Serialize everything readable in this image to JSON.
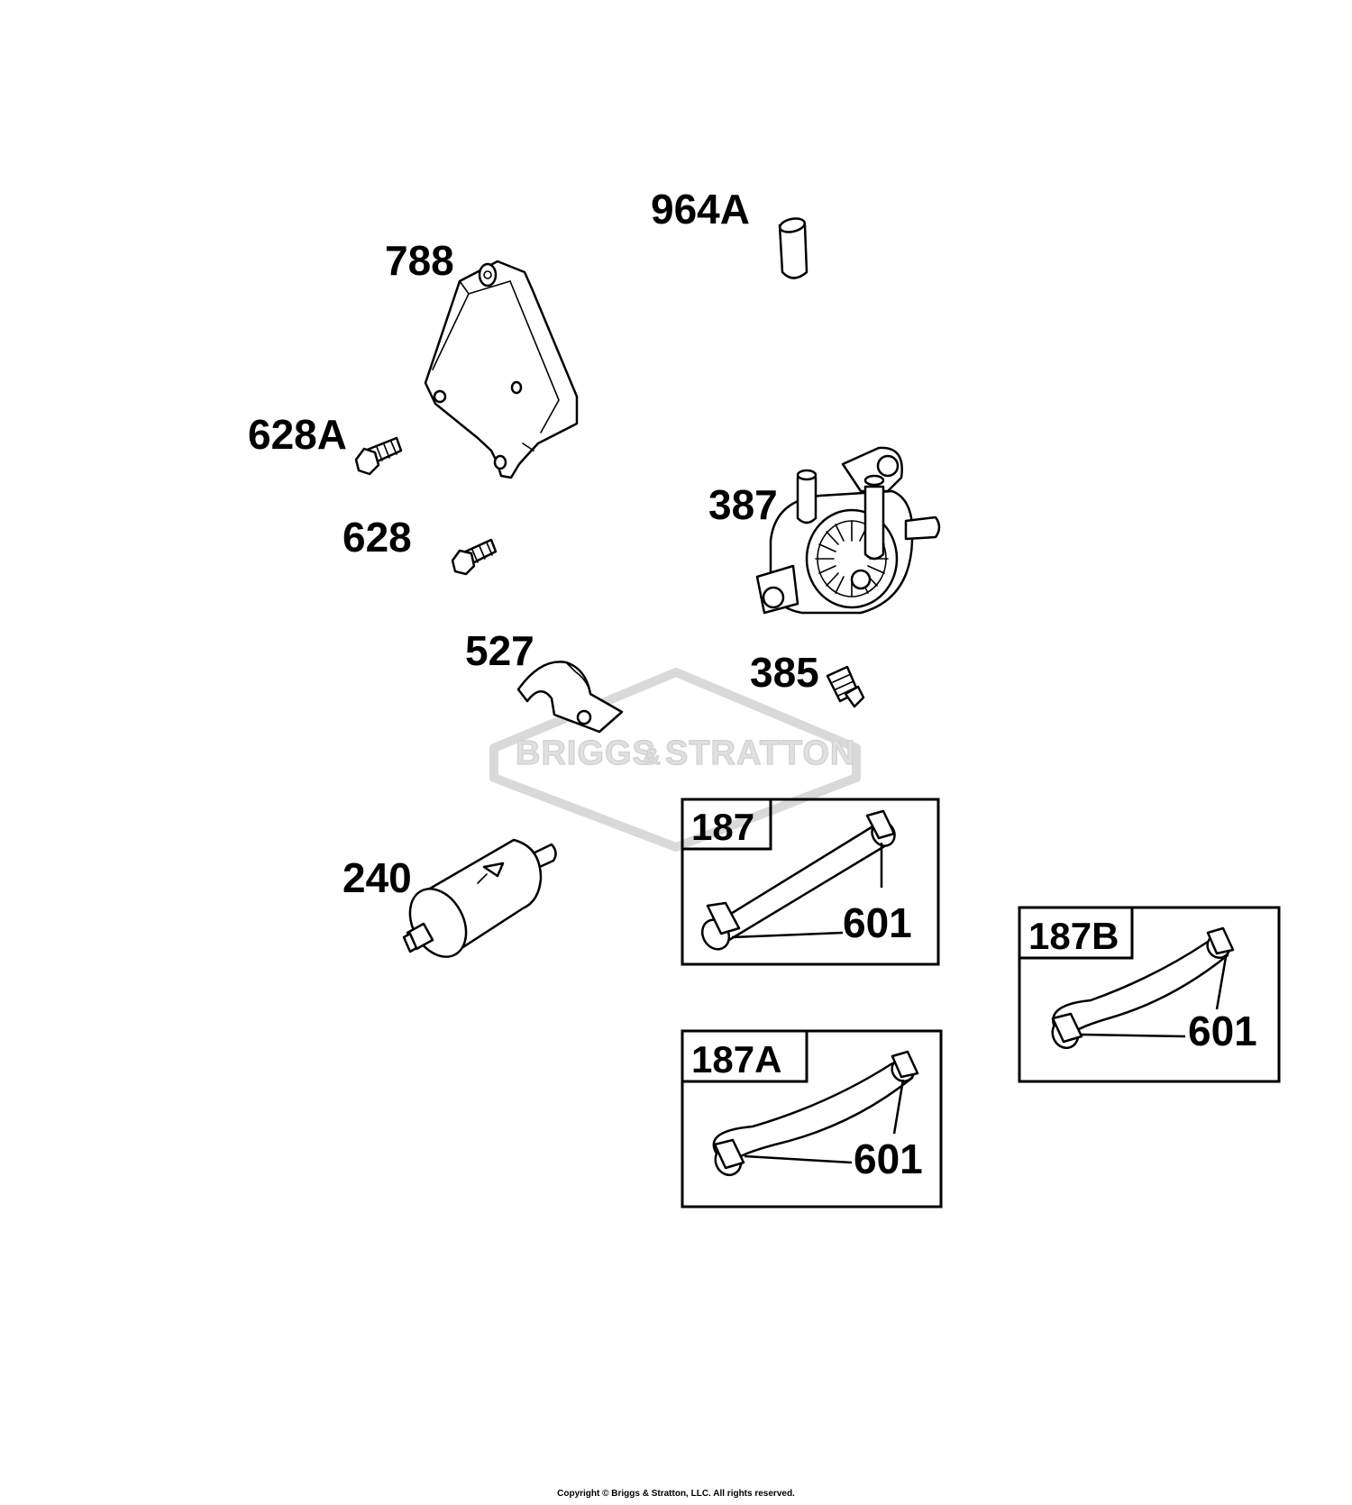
{
  "watermark": {
    "brand_left": "BRIGGS",
    "brand_amp": "&",
    "brand_right": "STRATTON"
  },
  "parts": [
    {
      "id": "964A"
    },
    {
      "id": "788"
    },
    {
      "id": "628A"
    },
    {
      "id": "628"
    },
    {
      "id": "387"
    },
    {
      "id": "527"
    },
    {
      "id": "385"
    },
    {
      "id": "240"
    }
  ],
  "kits": [
    {
      "id": "187",
      "sub_part": "601"
    },
    {
      "id": "187B",
      "sub_part": "601"
    },
    {
      "id": "187A",
      "sub_part": "601"
    }
  ],
  "footer": {
    "copyright": "Copyright © Briggs & Stratton, LLC. All rights reserved."
  }
}
